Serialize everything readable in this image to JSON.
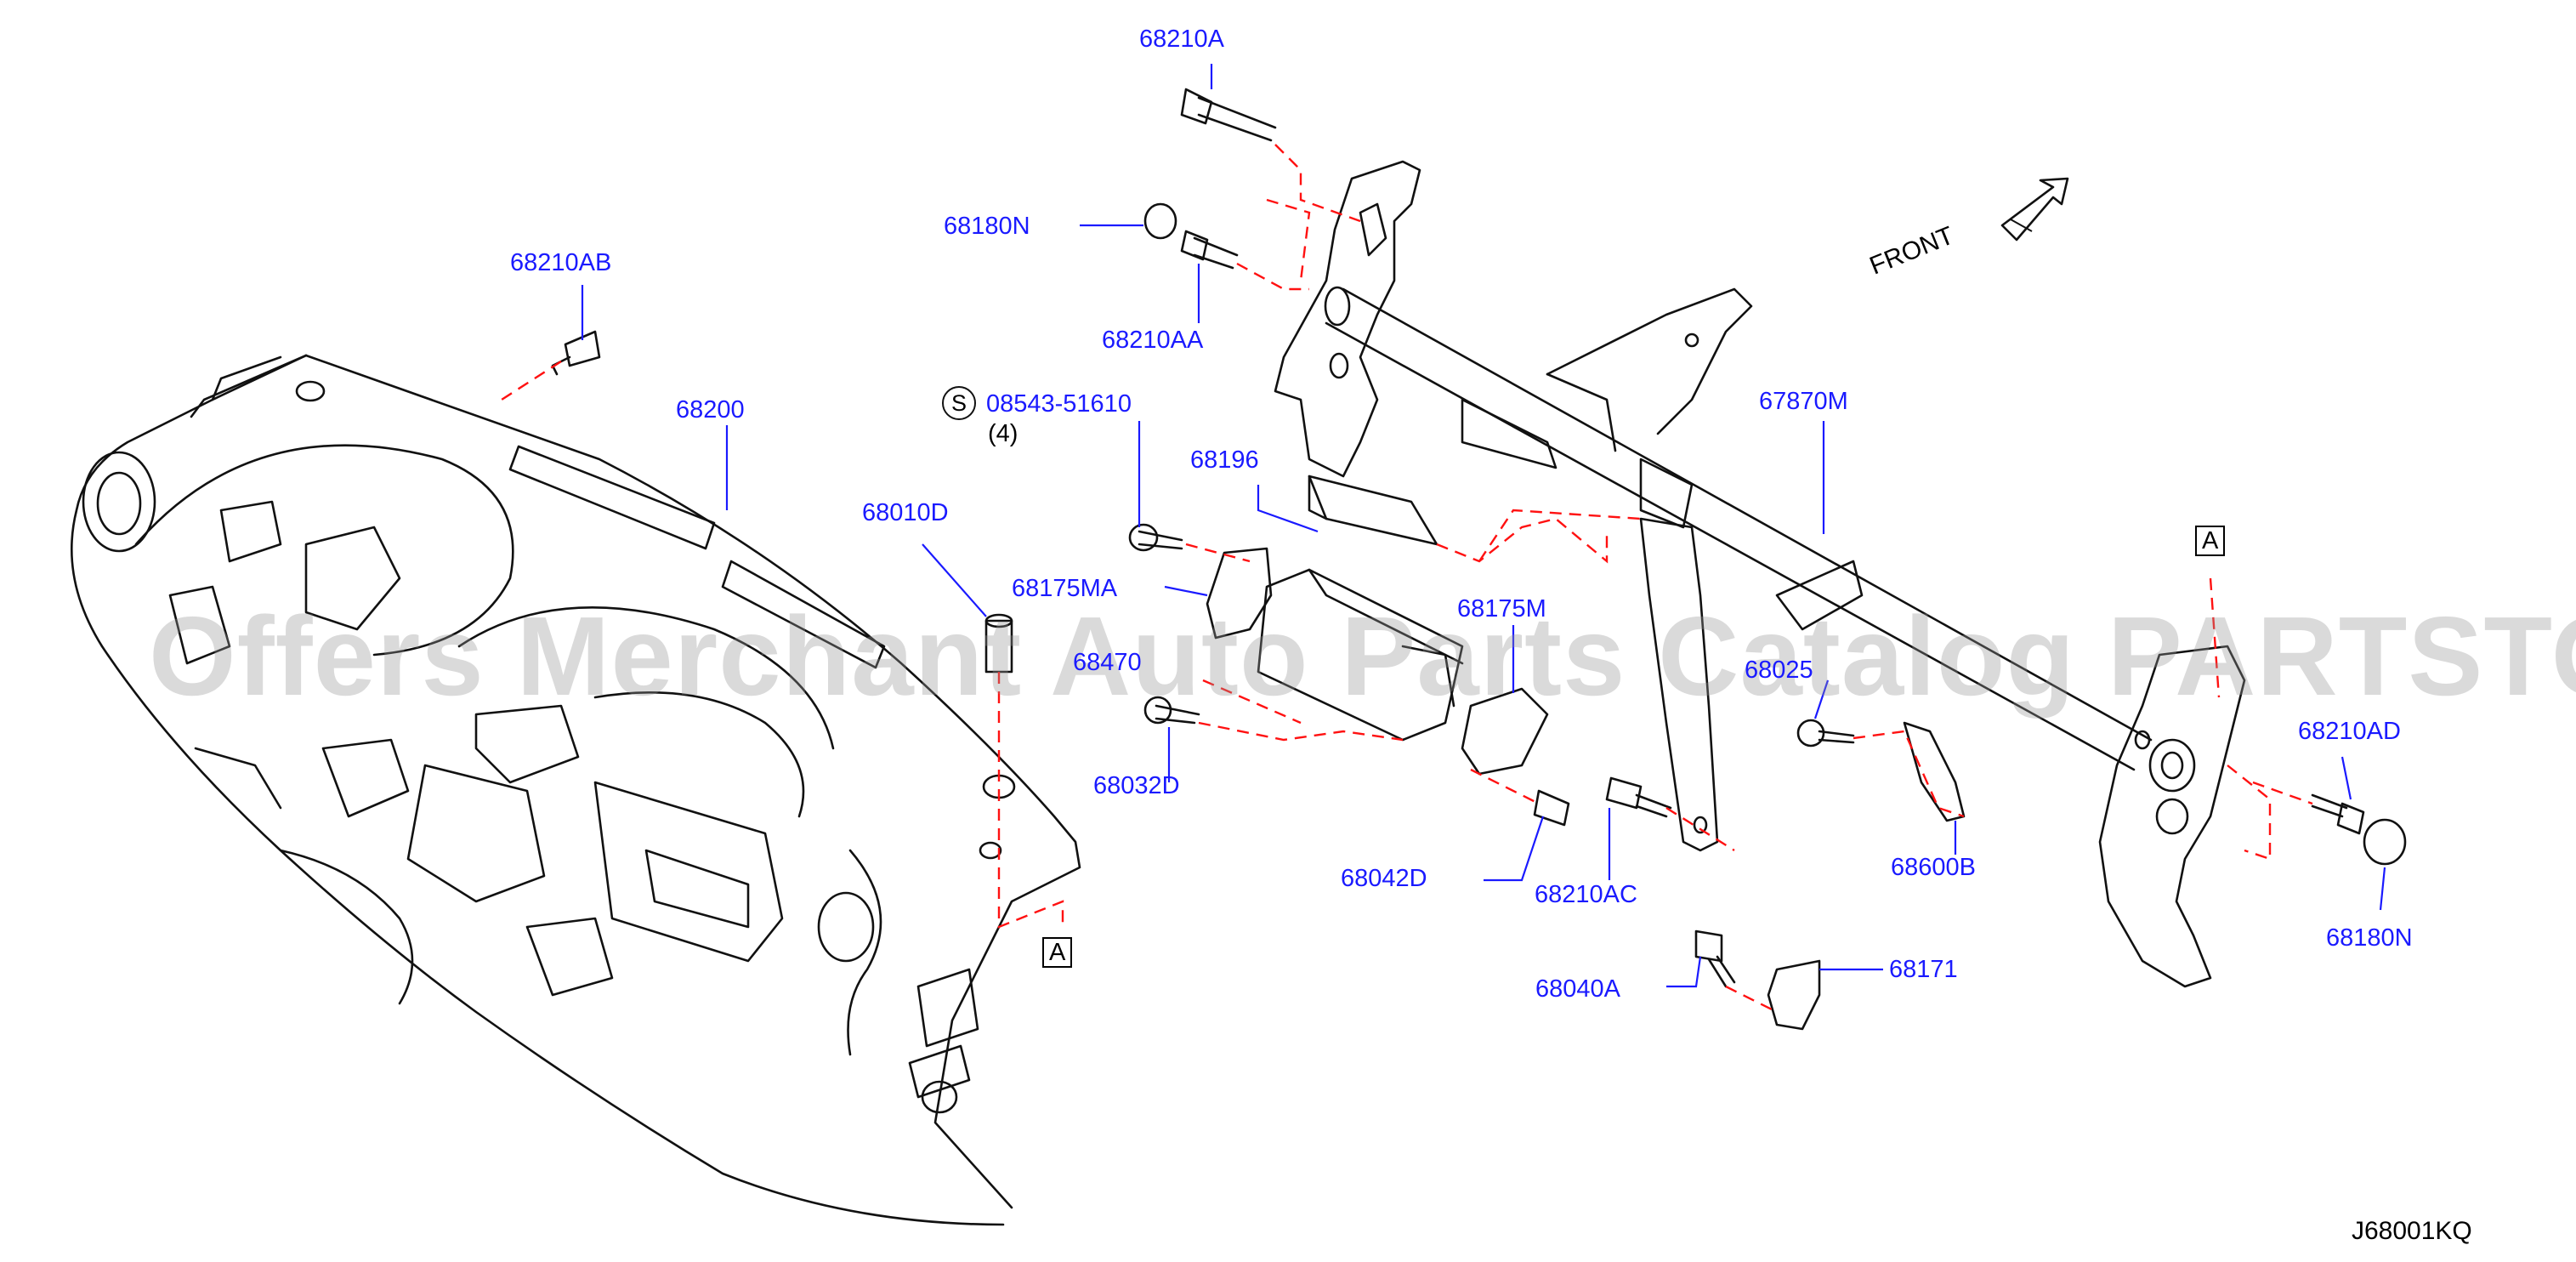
{
  "watermark": "Offers Merchant Auto Parts Catalog PARTSTORE.SA",
  "diagram_code": "J68001KQ",
  "front_label": "FRONT",
  "reference_marks": [
    "A",
    "A"
  ],
  "service_symbol": "S",
  "parts": [
    {
      "id": "p-68210A",
      "code": "68210A"
    },
    {
      "id": "p-68180N-top",
      "code": "68180N"
    },
    {
      "id": "p-68210AA",
      "code": "68210AA"
    },
    {
      "id": "p-68210AB",
      "code": "68210AB"
    },
    {
      "id": "p-68200",
      "code": "68200"
    },
    {
      "id": "p-08543",
      "code": "08543-51610",
      "qty": "(4)"
    },
    {
      "id": "p-68196",
      "code": "68196"
    },
    {
      "id": "p-68010D",
      "code": "68010D"
    },
    {
      "id": "p-68175MA",
      "code": "68175MA"
    },
    {
      "id": "p-68175M",
      "code": "68175M"
    },
    {
      "id": "p-68470",
      "code": "68470"
    },
    {
      "id": "p-68032D",
      "code": "68032D"
    },
    {
      "id": "p-68042D",
      "code": "68042D"
    },
    {
      "id": "p-68210AC",
      "code": "68210AC"
    },
    {
      "id": "p-68025",
      "code": "68025"
    },
    {
      "id": "p-68600B",
      "code": "68600B"
    },
    {
      "id": "p-67870M",
      "code": "67870M"
    },
    {
      "id": "p-68210AD",
      "code": "68210AD"
    },
    {
      "id": "p-68180N-right",
      "code": "68180N"
    },
    {
      "id": "p-68040A",
      "code": "68040A"
    },
    {
      "id": "p-68171",
      "code": "68171"
    }
  ]
}
